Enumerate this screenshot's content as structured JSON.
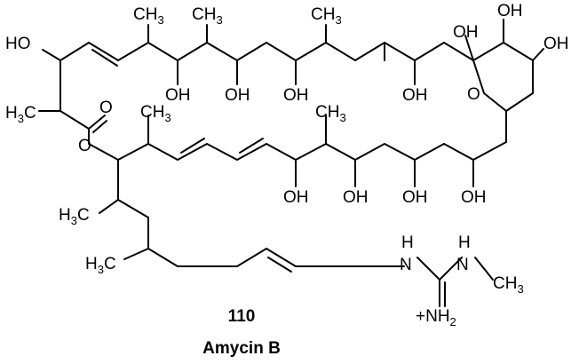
{
  "compound": {
    "number": "110",
    "name": "Amycin B"
  },
  "labels": {
    "ho_top_left": "HO",
    "ch3_top_1": "CH",
    "ch3_top_1_sub": "3",
    "ch3_top_2": "CH",
    "ch3_top_2_sub": "3",
    "ch3_top_3": "CH",
    "ch3_top_3_sub": "3",
    "oh_ring_1": "OH",
    "oh_ring_2": "OH",
    "oh_ring_3": "OH",
    "oh_row1_a": "OH",
    "oh_row1_b": "OH",
    "oh_row1_c": "OH",
    "oh_row1_d": "OH",
    "ring_o": "O",
    "h3c_left": "H",
    "h3c_left_sub": "3",
    "h3c_left_c": "C",
    "ester_o_carbonyl": "O",
    "ester_o": "O",
    "ch3_mid_1": "CH",
    "ch3_mid_1_sub": "3",
    "ch3_mid_2": "CH",
    "ch3_mid_2_sub": "3",
    "oh_row2_a": "OH",
    "oh_row2_b": "OH",
    "oh_row2_c": "OH",
    "oh_row2_d": "OH",
    "h3c_chain_1": "H",
    "h3c_chain_1_sub": "3",
    "h3c_chain_1_c": "C",
    "h3c_chain_2": "H",
    "h3c_chain_2_sub": "3",
    "h3c_chain_2_c": "C",
    "nh_1": "H",
    "n_1": "N",
    "nh_2": "H",
    "n_2": "N",
    "ch3_guan": "CH",
    "ch3_guan_sub": "3",
    "nh2_plus": "+NH",
    "nh2_sub": "2"
  }
}
